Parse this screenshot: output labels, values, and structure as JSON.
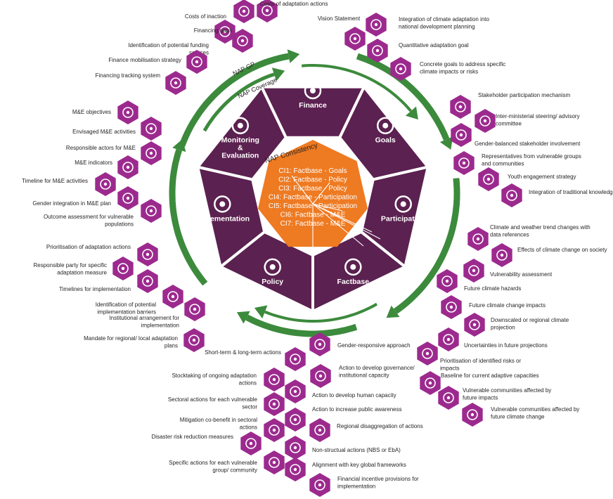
{
  "colors": {
    "purple": "#5b2150",
    "hex_magenta": "#9c2a8e",
    "orange": "#ee7a22",
    "green": "#3c8a3c",
    "white": "#ffffff",
    "text": "#231f20"
  },
  "arrows": {
    "nap_gp": "NAP GP",
    "nap_coverage": "NAP Coverage"
  },
  "center": {
    "title": "NAP Consistency",
    "items": [
      "CI1: Factbase - Goals",
      "CI2: Factbase - Policy",
      "CI3: Factbase - Policy",
      "CI4: Factbase - Participation",
      "CI5: Factbase - Participation",
      "CI6: Factbase - M&E",
      "CI7: Factbase - M&E"
    ]
  },
  "segments": [
    {
      "label": "Finance",
      "icon": "coins-icon"
    },
    {
      "label": "Goals",
      "icon": "target-icon"
    },
    {
      "label": "Participation",
      "icon": "people-network-icon"
    },
    {
      "label": "Factbase",
      "icon": "table-search-icon"
    },
    {
      "label": "Policy",
      "icon": "document-scales-icon"
    },
    {
      "label": "Implementation",
      "icon": "worker-helmet-icon"
    },
    {
      "label": "Monitoring & Evaluation",
      "icon": "clipboard-clock-icon"
    }
  ],
  "items": [
    {
      "text": "Costs of adaptation actions",
      "icon": "hand-money-icon"
    },
    {
      "text": "Costs of inaction",
      "icon": "money-bag-icon"
    },
    {
      "text": "Financing gaps",
      "icon": "shield-money-icon"
    },
    {
      "text": "Identification of potential funding sources",
      "icon": "plant-money-icon"
    },
    {
      "text": "Finance mobilisation strategy",
      "icon": "strategy-document-icon"
    },
    {
      "text": "Financing tracking system",
      "icon": "tracking-gear-icon"
    },
    {
      "text": "Vision Statement",
      "icon": "eye-icon"
    },
    {
      "text": "Integration of climate adaptation into national development planning",
      "icon": "checklist-icon"
    },
    {
      "text": "Quantitative adaptation goal",
      "icon": "bar-chart-icon"
    },
    {
      "text": "Concrete goals to address specific climate impacts or risks",
      "icon": "goal-chart-icon"
    },
    {
      "text": "Stakeholder participation mechanism",
      "icon": "raised-hands-icon"
    },
    {
      "text": "Inter-ministerial steering/ advisory committee",
      "icon": "handshake-icon"
    },
    {
      "text": "Gender-balanced stakeholder involvement",
      "icon": "gender-icon"
    },
    {
      "text": "Representatives from vulnerable groups and communities",
      "icon": "group-icon"
    },
    {
      "text": "Youth engagement strategy",
      "icon": "youth-idea-icon"
    },
    {
      "text": "Integration of traditional knowledge",
      "icon": "book-reader-icon"
    },
    {
      "text": "Climate and weather trend changes with data references",
      "icon": "calendar-data-icon"
    },
    {
      "text": "Effects of climate change on society",
      "icon": "society-icon"
    },
    {
      "text": "Vulnerability assessment",
      "icon": "magnifier-person-icon"
    },
    {
      "text": "Future climate hazards",
      "icon": "storm-icon"
    },
    {
      "text": "Future climate change impacts",
      "icon": "sun-cloud-icon"
    },
    {
      "text": "Downscaled or regional climate projection",
      "icon": "map-zoom-icon"
    },
    {
      "text": "Uncertainties in future projections",
      "icon": "projection-graph-icon"
    },
    {
      "text": "Prioritisation of identified risks or impacts",
      "icon": "priority-list-icon"
    },
    {
      "text": "Baseline for current adaptive capacities",
      "icon": "baseline-chart-icon"
    },
    {
      "text": "Vulnerable communities affected by future impacts",
      "icon": "community-icon"
    },
    {
      "text": "Vulnerable communities affected by future climate change",
      "icon": "care-hands-icon"
    },
    {
      "text": "M&E objectives",
      "icon": "objectives-list-icon"
    },
    {
      "text": "Envisaged M&E activities",
      "icon": "person-idea-icon"
    },
    {
      "text": "Responsible actors for M&E",
      "icon": "actors-icon"
    },
    {
      "text": "M&E indicators",
      "icon": "indicator-screen-icon"
    },
    {
      "text": "Timeline for M&E activities",
      "icon": "timeline-icon"
    },
    {
      "text": "Gender integration in M&E plan",
      "icon": "gender-plan-icon"
    },
    {
      "text": "Outcome assessment for vulnerable populations",
      "icon": "outcome-people-icon"
    },
    {
      "text": "Prioritisation of adaptation actions",
      "icon": "priority-person-icon"
    },
    {
      "text": "Responsible party for specific adaptation measure",
      "icon": "responsible-party-icon"
    },
    {
      "text": "Timelines for implementation",
      "icon": "timeline-path-icon"
    },
    {
      "text": "Identification of potential implementation barriers",
      "icon": "gears-icon"
    },
    {
      "text": "Institutional arrangement for implementation",
      "icon": "institution-icon"
    },
    {
      "text": "Mandate for regional/ local adaptation plans",
      "icon": "map-pins-icon"
    },
    {
      "text": "Gender-responsive approach",
      "icon": "gender-chat-icon"
    },
    {
      "text": "Short-term & long-term actions",
      "icon": "sprout-icon"
    },
    {
      "text": "Action to develop governance/ institutional capacity",
      "icon": "governance-icon"
    },
    {
      "text": "Stocktaking of ongoing adaptation actions",
      "icon": "bulb-icon"
    },
    {
      "text": "Action to develop human capacity",
      "icon": "head-gears-icon"
    },
    {
      "text": "Sectoral actions for each vulnerable sector",
      "icon": "sector-globe-icon"
    },
    {
      "text": "Action to increase public awareness",
      "icon": "megaphone-icon"
    },
    {
      "text": "Mitigation co-benefit in sectoral actions",
      "icon": "recycle-icon"
    },
    {
      "text": "Regional disaggregation of actions",
      "icon": "regions-icon"
    },
    {
      "text": "Disaster risk reduction measures",
      "icon": "warning-icon"
    },
    {
      "text": "Non-structual actions (NBS or EbA)",
      "icon": "network-hex-icon"
    },
    {
      "text": "Specific actions for each vulnerable group/ community",
      "icon": "group-action-icon"
    },
    {
      "text": "Alignment with key global frameworks",
      "icon": "global-network-icon"
    },
    {
      "text": "Financial incentive provisions for implementation",
      "icon": "incentive-plant-icon"
    }
  ]
}
